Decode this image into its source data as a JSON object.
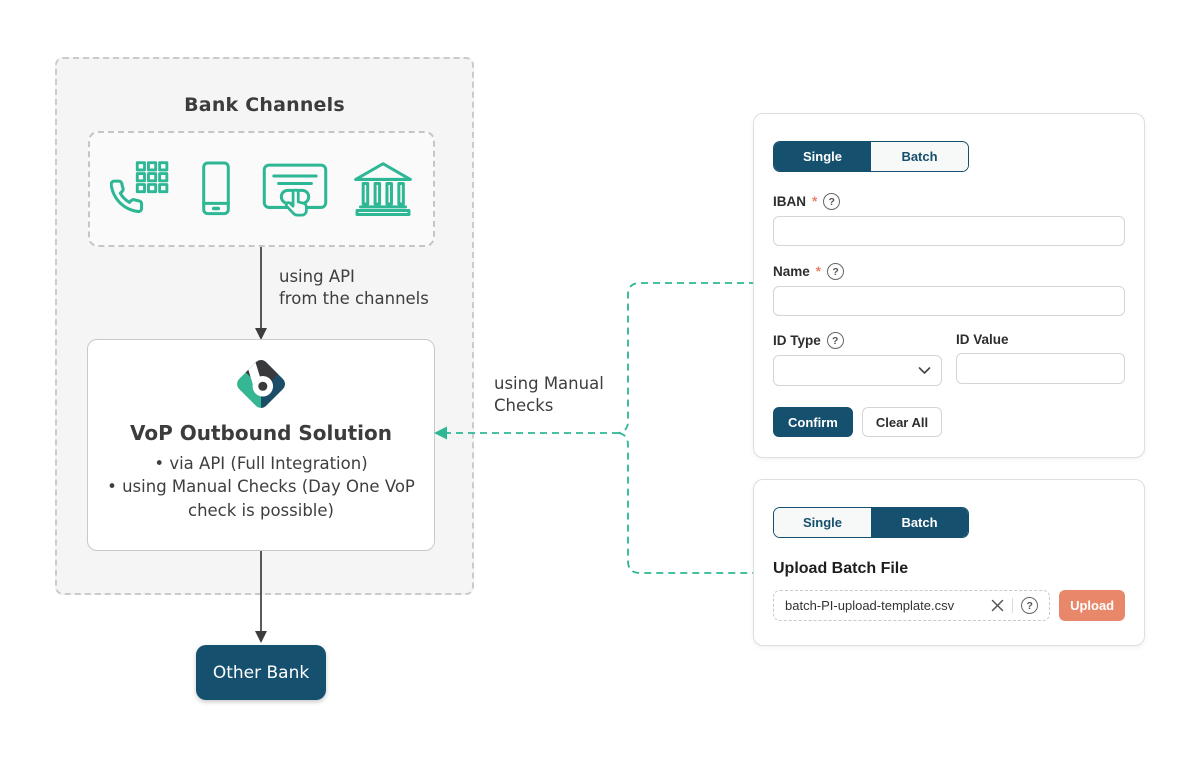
{
  "colors": {
    "navy": "#15506E",
    "teal": "#2EB795",
    "salmon": "#E8876A",
    "text_dark": "#3C3C3C"
  },
  "diagram": {
    "bank_channels_title": "Bank Channels",
    "channel_icons": [
      "phone-keypad-icon",
      "smartphone-icon",
      "online-banking-icon",
      "bank-building-icon"
    ],
    "api_arrow_label_line1": "using API",
    "api_arrow_label_line2": "from the channels",
    "vop_title": "VoP Outbound Solution",
    "vop_bullets": {
      "0": "via API (Full Integration)",
      "1": "using Manual Checks (Day One VoP check is possible)"
    },
    "manual_checks_label_line1": "using Manual",
    "manual_checks_label_line2": "Checks",
    "other_bank_label": "Other Bank"
  },
  "single_form": {
    "tabs": {
      "single": "Single",
      "batch": "Batch",
      "active": "Single"
    },
    "required_mark": "*",
    "help_glyph": "?",
    "iban_label": "IBAN",
    "iban_value": "",
    "name_label": "Name",
    "name_value": "",
    "id_type_label": "ID Type",
    "id_type_value": "",
    "id_value_label": "ID Value",
    "id_value_value": "",
    "confirm_label": "Confirm",
    "clear_all_label": "Clear All"
  },
  "batch_form": {
    "tabs": {
      "single": "Single",
      "batch": "Batch",
      "active": "Batch"
    },
    "heading": "Upload Batch File",
    "file_name": "batch-PI-upload-template.csv",
    "upload_label": "Upload"
  }
}
